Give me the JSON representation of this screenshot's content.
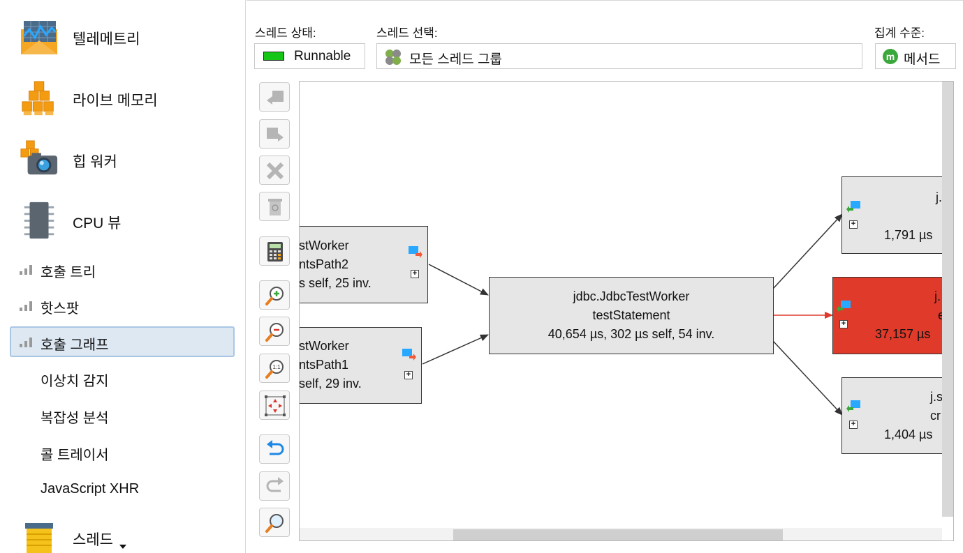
{
  "sidebar": {
    "items_big": [
      {
        "label": "텔레메트리",
        "icon": "telemetry-icon"
      },
      {
        "label": "라이브 메모리",
        "icon": "live-memory-icon"
      },
      {
        "label": "힙 워커",
        "icon": "heap-walker-icon"
      },
      {
        "label": "CPU 뷰",
        "icon": "cpu-views-icon"
      }
    ],
    "sub_items": [
      {
        "label": "호출 트리"
      },
      {
        "label": "핫스팟"
      },
      {
        "label": "호출 그래프"
      },
      {
        "label": "이상치 감지"
      },
      {
        "label": "복잡성 분석"
      },
      {
        "label": "콜 트레이서"
      },
      {
        "label": "JavaScript XHR"
      }
    ],
    "threads_label": "스레드"
  },
  "header": {
    "thread_state_label": "스레드 상태:",
    "thread_state_value": "Runnable",
    "thread_select_label": "스레드 선택:",
    "thread_select_value": "모든 스레드 그룹",
    "aggregation_label": "집계 수준:",
    "aggregation_value": "메서드"
  },
  "colors": {
    "runnable": "#16c616",
    "hot_node": "#e03a2a",
    "node_bg": "#e6e6e6",
    "selected_bg": "#dde8f3",
    "hot_edge": "#e03a2a"
  },
  "toolbar": {
    "buttons": [
      "back-icon",
      "forward-icon",
      "delete-icon",
      "trash-icon",
      "calculator-icon",
      "zoom-in-icon",
      "zoom-out-icon",
      "zoom-actual-icon",
      "fit-content-icon",
      "undo-icon",
      "redo-icon",
      "find-icon"
    ]
  },
  "graph": {
    "nodes": {
      "left_top": {
        "line1": "stWorker",
        "line2": "ntsPath2",
        "line3": "s self, 25 inv."
      },
      "left_bottom": {
        "line1": "stWorker",
        "line2": "ntsPath1",
        "line3": " self, 29 inv."
      },
      "center": {
        "line1": "jdbc.JdbcTestWorker",
        "line2": "testStatement",
        "line3": "40,654 µs, 302 µs self, 54 inv."
      },
      "right_top": {
        "line1": "j.",
        "line3": "1,791 µs"
      },
      "right_mid": {
        "line1": "j.",
        "line2": "e",
        "line3": "37,157 µs"
      },
      "right_bottom": {
        "line1": "j.s",
        "line2": "cr",
        "line3": "1,404 µs"
      }
    }
  }
}
